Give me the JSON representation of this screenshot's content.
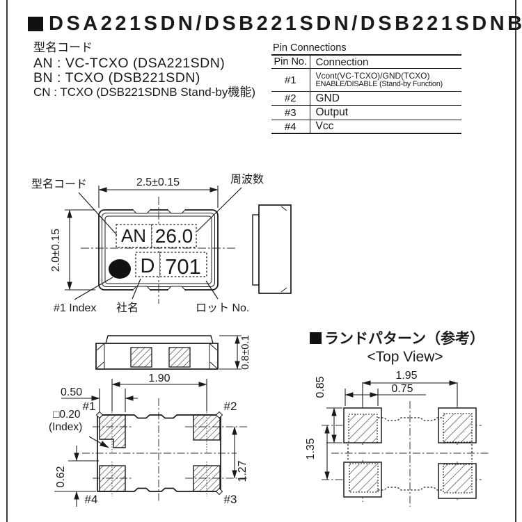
{
  "header": {
    "title": "DSA221SDN/DSB221SDN/DSB221SDNB"
  },
  "model_code": {
    "heading": "型名コード",
    "line1": "AN : VC-TCXO (DSA221SDN)",
    "line2": "BN : TCXO (DSB221SDN)",
    "line3": "CN : TCXO (DSB221SDNB Stand-by機能)"
  },
  "pin_table": {
    "title": "Pin Connections",
    "col_pin": "Pin No.",
    "col_connection": "Connection",
    "rows": [
      {
        "pin": "#1",
        "connection": "Vcont(VC-TCXO)/GND(TCXO)",
        "connection2": "ENABLE/DISABLE (Stand-by Function)"
      },
      {
        "pin": "#2",
        "connection": "GND"
      },
      {
        "pin": "#3",
        "connection": "Output"
      },
      {
        "pin": "#4",
        "connection": "Vcc"
      }
    ]
  },
  "top_view": {
    "label_model_code": "型名コード",
    "label_frequency": "周波数",
    "dim_width": "2.5±0.15",
    "dim_height": "2.0±0.15",
    "marking_model": "AN",
    "marking_frequency": "26.0",
    "marking_company": "D",
    "marking_lot": "701",
    "label_pin1_index": "#1 Index",
    "label_company": "社名",
    "label_lot": "ロット No."
  },
  "front_view": {
    "dim_thickness": "0.8±0.1"
  },
  "bottom_view": {
    "dim_pad_pitch_x": "1.90",
    "dim_pad_width": "0.50",
    "dim_index_size": "□0.20",
    "dim_index_note": "(Index)",
    "dim_pad_offset": "0.62",
    "dim_pad_pitch_y": "1.27",
    "pin1": "#1",
    "pin2": "#2",
    "pin3": "#3",
    "pin4": "#4"
  },
  "land_pattern": {
    "title": "ランドパターン（参考）",
    "subtitle": "<Top View>",
    "dim_pitch_x": "1.95",
    "dim_pad_width": "0.75",
    "dim_pad_height": "0.85",
    "dim_pitch_y": "1.35"
  }
}
